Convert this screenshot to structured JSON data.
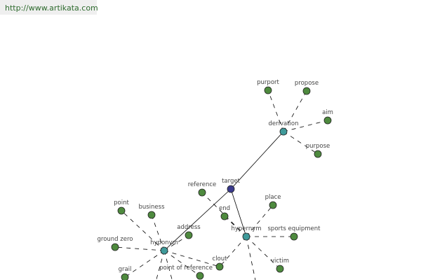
{
  "url": "http://www.artikata.com",
  "colors": {
    "leaf": "#4e8a3e",
    "relation": "#3f9a9a",
    "root": "#3a3a8c"
  },
  "nodes": [
    {
      "id": "target",
      "label": "target",
      "type": "root"
    },
    {
      "id": "derivation",
      "label": "derivation",
      "type": "relation"
    },
    {
      "id": "hyponym",
      "label": "hyponym",
      "type": "relation"
    },
    {
      "id": "hypernym",
      "label": "hypernym",
      "type": "relation"
    },
    {
      "id": "purport",
      "label": "purport",
      "type": "leaf"
    },
    {
      "id": "propose",
      "label": "propose",
      "type": "leaf"
    },
    {
      "id": "aim",
      "label": "aim",
      "type": "leaf"
    },
    {
      "id": "purpose",
      "label": "purpose",
      "type": "leaf"
    },
    {
      "id": "reference",
      "label": "reference",
      "type": "leaf"
    },
    {
      "id": "point",
      "label": "point",
      "type": "leaf"
    },
    {
      "id": "business",
      "label": "business",
      "type": "leaf"
    },
    {
      "id": "address",
      "label": "address",
      "type": "leaf"
    },
    {
      "id": "groundzero",
      "label": "ground zero",
      "type": "leaf"
    },
    {
      "id": "grail",
      "label": "grail",
      "type": "leaf"
    },
    {
      "id": "por",
      "label": "point of reference",
      "type": "leaf"
    },
    {
      "id": "clout",
      "label": "clout",
      "type": "leaf"
    },
    {
      "id": "end",
      "label": "end",
      "type": "leaf"
    },
    {
      "id": "place",
      "label": "place",
      "type": "leaf"
    },
    {
      "id": "sports",
      "label": "sports equipment",
      "type": "leaf"
    },
    {
      "id": "victim",
      "label": "victim",
      "type": "leaf"
    }
  ],
  "edges": [
    [
      "target",
      "derivation",
      "solid"
    ],
    [
      "target",
      "hyponym",
      "solid"
    ],
    [
      "target",
      "hypernym",
      "solid"
    ],
    [
      "derivation",
      "purport",
      "dashed"
    ],
    [
      "derivation",
      "propose",
      "dashed"
    ],
    [
      "derivation",
      "aim",
      "dashed"
    ],
    [
      "derivation",
      "purpose",
      "dashed"
    ],
    [
      "hyponym",
      "point",
      "dashed"
    ],
    [
      "hyponym",
      "business",
      "dashed"
    ],
    [
      "hyponym",
      "address",
      "dashed"
    ],
    [
      "hyponym",
      "groundzero",
      "dashed"
    ],
    [
      "hyponym",
      "grail",
      "dashed"
    ],
    [
      "hyponym",
      "por",
      "dashed"
    ],
    [
      "hyponym",
      "clout",
      "dashed"
    ],
    [
      "hypernym",
      "reference",
      "dashed"
    ],
    [
      "hypernym",
      "end",
      "dashed"
    ],
    [
      "hypernym",
      "place",
      "dashed"
    ],
    [
      "hypernym",
      "sports",
      "dashed"
    ],
    [
      "hypernym",
      "victim",
      "dashed"
    ],
    [
      "hypernym",
      "clout",
      "dashed"
    ]
  ]
}
